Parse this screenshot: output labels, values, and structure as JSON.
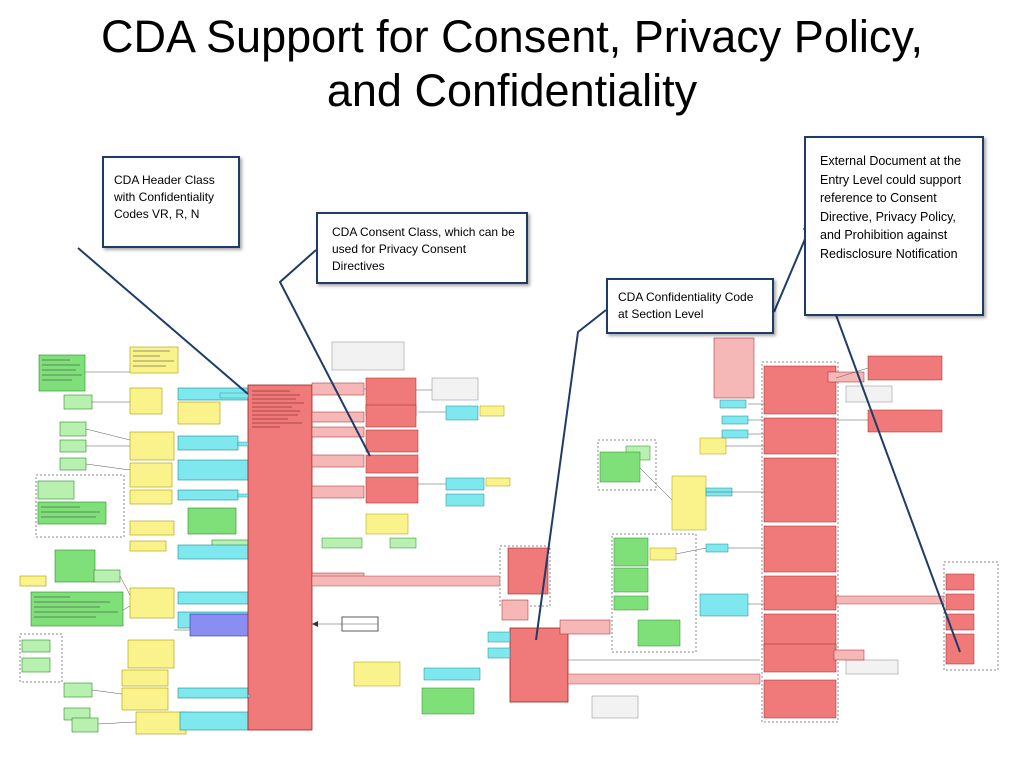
{
  "title": "CDA Support for Consent, Privacy Policy, and Confidentiality",
  "callouts": {
    "header_class": "CDA Header Class with Confidentiality Codes VR, R, N",
    "consent_class": "CDA Consent Class, which can be used for Privacy Consent Directives",
    "section_code": "CDA Confidentiality Code at Section Level",
    "external_document": "External Document at the Entry Level could support reference to Consent Directive, Privacy Policy, and Prohibition against Redisclosure Notification"
  },
  "colors": {
    "callout_border": "#1f3c68",
    "class_red": "#f07a7a",
    "class_pink": "#f6b7b7",
    "class_yellow": "#faf38c",
    "class_green": "#7fe07a",
    "class_cyan": "#7ee8ee",
    "class_blue": "#8a8df2",
    "line": "#b03030"
  }
}
